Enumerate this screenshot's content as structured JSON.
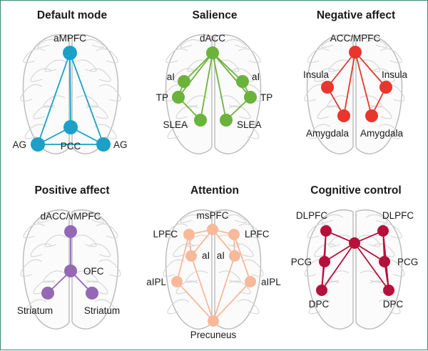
{
  "networks": [
    {
      "title": "Default mode",
      "color": "#1ba0c8",
      "nodes": [
        {
          "id": "ampfc",
          "label": "aMPFC"
        },
        {
          "id": "pcc",
          "label": "PCC"
        },
        {
          "id": "ag_l",
          "label": "AG"
        },
        {
          "id": "ag_r",
          "label": "AG"
        }
      ]
    },
    {
      "title": "Salience",
      "color": "#6bb33b",
      "nodes": [
        {
          "id": "dacc",
          "label": "dACC"
        },
        {
          "id": "ai_l",
          "label": "aI"
        },
        {
          "id": "ai_r",
          "label": "aI"
        },
        {
          "id": "tp_l",
          "label": "TP"
        },
        {
          "id": "tp_r",
          "label": "TP"
        },
        {
          "id": "slea_l",
          "label": "SLEA"
        },
        {
          "id": "slea_r",
          "label": "SLEA"
        }
      ]
    },
    {
      "title": "Negative affect",
      "color": "#e8362c",
      "nodes": [
        {
          "id": "acc",
          "label": "ACC/MPFC"
        },
        {
          "id": "ins_l",
          "label": "Insula"
        },
        {
          "id": "ins_r",
          "label": "Insula"
        },
        {
          "id": "amy_l",
          "label": "Amygdala"
        },
        {
          "id": "amy_r",
          "label": "Amygdala"
        }
      ]
    },
    {
      "title": "Positive affect",
      "color": "#9468b5",
      "nodes": [
        {
          "id": "dacc",
          "label": "dACC/vMPFC"
        },
        {
          "id": "ofc",
          "label": "OFC"
        },
        {
          "id": "str_l",
          "label": "Striatum"
        },
        {
          "id": "str_r",
          "label": "Striatum"
        }
      ]
    },
    {
      "title": "Attention",
      "color": "#f7b99a",
      "nodes": [
        {
          "id": "mspfc",
          "label": "msPFC"
        },
        {
          "id": "lpfc_l",
          "label": "LPFC"
        },
        {
          "id": "lpfc_r",
          "label": "LPFC"
        },
        {
          "id": "ai_l",
          "label": "aI"
        },
        {
          "id": "ai_r",
          "label": "aI"
        },
        {
          "id": "aipl_l",
          "label": "aIPL"
        },
        {
          "id": "aipl_r",
          "label": "aIPL"
        },
        {
          "id": "prec",
          "label": "Precuneus"
        }
      ]
    },
    {
      "title": "Cognitive control",
      "color": "#b5103c",
      "nodes": [
        {
          "id": "dlpfc_l",
          "label": "DLPFC"
        },
        {
          "id": "dlpfc_r",
          "label": "DLPFC"
        },
        {
          "id": "center",
          "label": ""
        },
        {
          "id": "pcg_l",
          "label": "PCG"
        },
        {
          "id": "pcg_r",
          "label": "PCG"
        },
        {
          "id": "dpc_l",
          "label": "DPC"
        },
        {
          "id": "dpc_r",
          "label": "DPC"
        }
      ]
    }
  ]
}
